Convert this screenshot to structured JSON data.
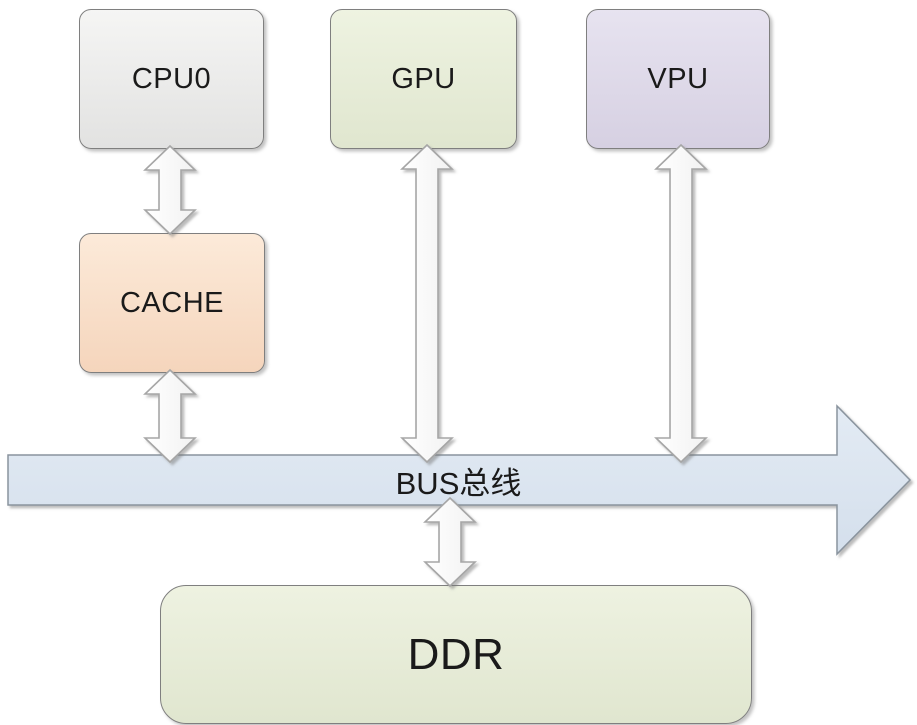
{
  "diagram": {
    "type": "block-diagram",
    "nodes": [
      {
        "id": "cpu0",
        "label": "CPU0",
        "fill": "#efefee"
      },
      {
        "id": "gpu",
        "label": "GPU",
        "fill": "#e6ecd6"
      },
      {
        "id": "vpu",
        "label": "VPU",
        "fill": "#dcd7e6"
      },
      {
        "id": "cache",
        "label": "CACHE",
        "fill": "#f8dcc8"
      },
      {
        "id": "ddr",
        "label": "DDR",
        "fill": "#e7ecdb"
      }
    ],
    "bus": {
      "label": "BUS总线",
      "fill": "#dce6f0",
      "border": "#8a949e"
    },
    "connections": [
      {
        "from": "CPU0",
        "to": "CACHE",
        "type": "double-headed-arrow"
      },
      {
        "from": "CACHE",
        "to": "BUS总线",
        "type": "double-headed-arrow"
      },
      {
        "from": "GPU",
        "to": "BUS总线",
        "type": "double-headed-arrow"
      },
      {
        "from": "VPU",
        "to": "BUS总线",
        "type": "double-headed-arrow"
      },
      {
        "from": "BUS总线",
        "to": "DDR",
        "type": "double-headed-arrow"
      }
    ],
    "colors": {
      "connector_fill": "#fdfdfd",
      "connector_stroke": "#a6a6a6",
      "node_border": "#7f7f7f",
      "text": "#1a1a1a",
      "background": "#ffffff"
    }
  }
}
